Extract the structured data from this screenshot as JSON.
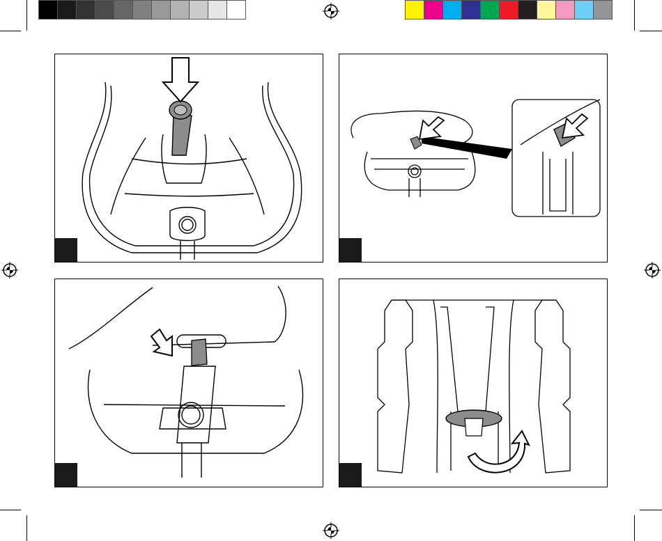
{
  "colorbar_gray": [
    "#000000",
    "#1b1b1b",
    "#333333",
    "#4b4b4b",
    "#666666",
    "#808080",
    "#999999",
    "#b3b3b3",
    "#cccccc",
    "#e6e6e6",
    "#ffffff"
  ],
  "colorbar_color": [
    "#fff200",
    "#ec008c",
    "#00aeef",
    "#2e3192",
    "#00a651",
    "#ed1c24",
    "#231f20",
    "#fff799",
    "#f49ac1",
    "#6dcff6",
    "#939598"
  ],
  "colors": {
    "strap_gray": "#8c8c8c",
    "line": "#000000",
    "badge": "#1a1a1a"
  },
  "panels": [
    {
      "id": "step-1",
      "icon": "press-down-arrow-icon"
    },
    {
      "id": "step-2",
      "icon": "press-diagonal-arrow-icon"
    },
    {
      "id": "step-3",
      "icon": "push-arrow-icon"
    },
    {
      "id": "step-4",
      "icon": "rotate-arrow-icon"
    }
  ]
}
